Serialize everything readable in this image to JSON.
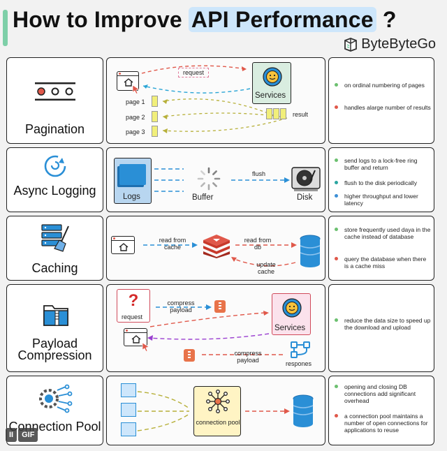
{
  "header": {
    "title_prefix": "How to Improve ",
    "title_highlight": "API Performance",
    "title_suffix": " ?",
    "brand": "ByteByteGo"
  },
  "rows": [
    {
      "key": "pagination",
      "title": "Pagination",
      "labels": {
        "request": "request",
        "services": "Services",
        "page1": "page 1",
        "page2": "page 2",
        "page3": "page 3",
        "result": "result"
      },
      "notes": [
        "on ordinal numbering of pages",
        "handles alarge number of results"
      ]
    },
    {
      "key": "async-logging",
      "title": "Async Logging",
      "labels": {
        "logs": "Logs",
        "buffer": "Buffer",
        "flush": "flush",
        "disk": "Disk"
      },
      "notes": [
        "send logs to a lock-free ring buffer and return",
        "flush to the disk periodically",
        "higher throughput and lower latency"
      ]
    },
    {
      "key": "caching",
      "title": "Caching",
      "labels": {
        "read_cache": "read from cache",
        "read_db": "read from db",
        "update_cache": "update cache"
      },
      "notes": [
        "store frequently used daya in the cache instead of database",
        "query the database when there is a cache miss"
      ]
    },
    {
      "key": "payload-compression",
      "title": "Payload Compression",
      "labels": {
        "request": "request",
        "compress1": "compress payload",
        "services": "Services",
        "compress2": "compress payload",
        "responses": "respones"
      },
      "notes": [
        "reduce the data size to speed up the download and upload"
      ]
    },
    {
      "key": "connection-pool",
      "title": "Connection Pool",
      "labels": {
        "pool": "connection pool"
      },
      "notes": [
        "opening and closing DB connections add significant overhead",
        "a connection pool maintains a number of open connections for applications to reuse"
      ]
    }
  ],
  "overlay": {
    "pause": "II",
    "gif": "GIF"
  },
  "colors": {
    "accent": "#7ecfa8",
    "title_highlight": "#cde6fb",
    "red": "#e0584a",
    "blue": "#2a8fd6",
    "olive": "#b7b03a",
    "purple": "#9a3fd0",
    "note_dot_green": "#6cc070",
    "note_dot_red": "#e0584a",
    "note_dot_blue": "#3d8fd6",
    "note_dot_teal": "#2aa5a0"
  }
}
